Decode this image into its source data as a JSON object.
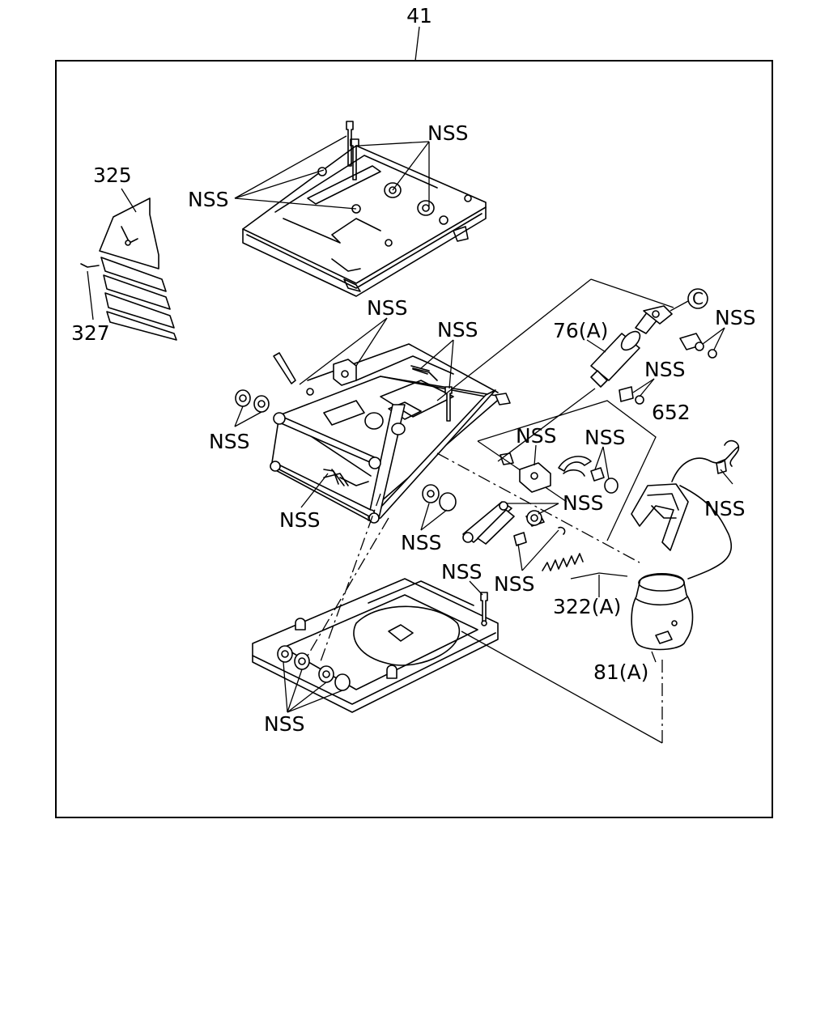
{
  "assembly_ref": "41",
  "callouts": {
    "c325": "325",
    "c327": "327",
    "c76": "76(A)",
    "c652": "652",
    "c322": "322(A)",
    "c81": "81(A)",
    "circle_c": "C",
    "nss": "NSS"
  },
  "icons": {
    "circle_ref": "circle-letter-icon"
  }
}
